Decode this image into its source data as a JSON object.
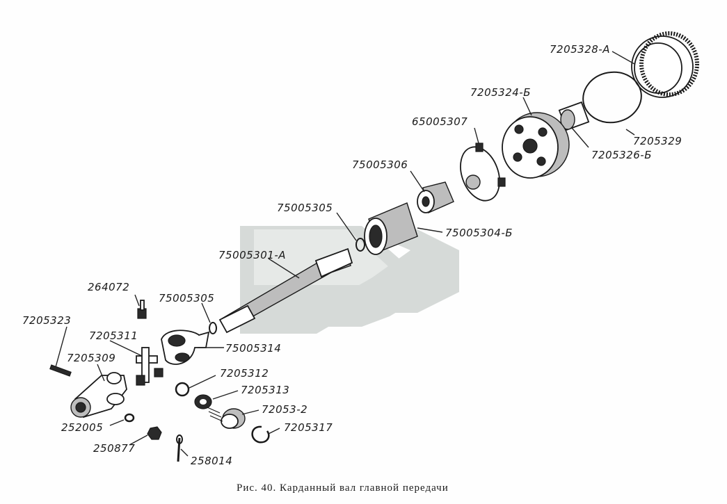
{
  "caption": "Рис. 40. Карданный вал главной передачи",
  "colors": {
    "watermark": "#d6dad8",
    "ink": "#1a1a1a"
  },
  "logo": "watermark-chevron-logo",
  "labels": [
    "7205328-А",
    "7205324-Б",
    "65005307",
    "7205329",
    "7205326-Б",
    "75005306",
    "75005305",
    "75005304-Б",
    "75005301-А",
    "264072",
    "75005305",
    "7205323",
    "7205311",
    "75005314",
    "7205309",
    "7205312",
    "7205313",
    "72053-2",
    "7205317",
    "252005",
    "250877",
    "258014"
  ]
}
